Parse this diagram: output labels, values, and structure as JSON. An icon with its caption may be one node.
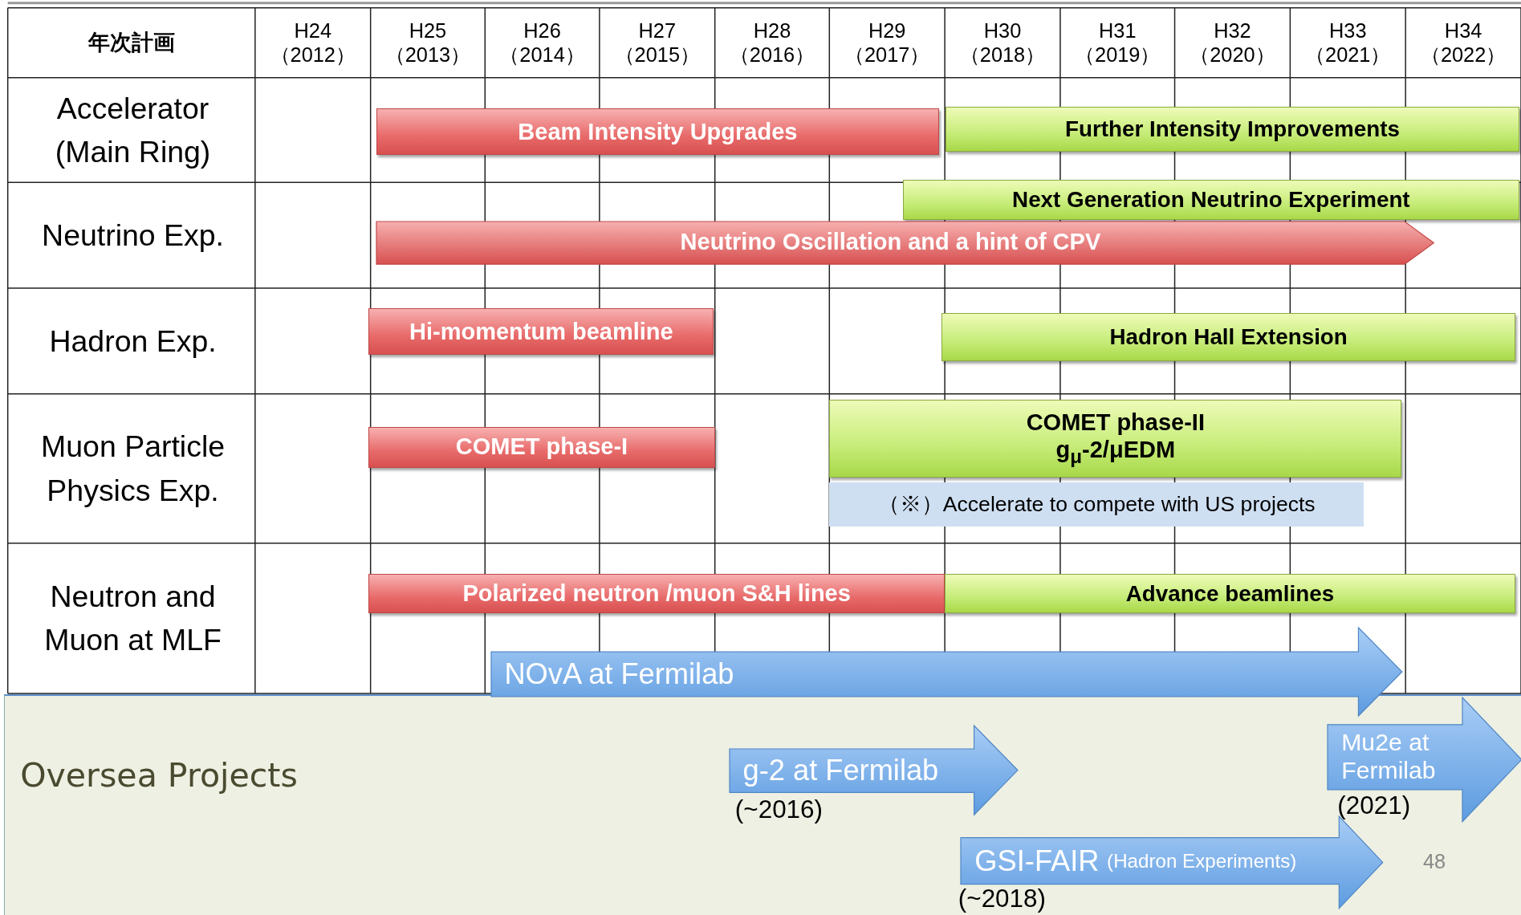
{
  "diagram": {
    "nodes": [
      {
        "text": [
          "Beam Intensity Upgrades"
        ]
      },
      {
        "text": [
          "Further Intensity Improvements"
        ]
      },
      {
        "text": [
          "Next Generation Neutrino Experiment"
        ]
      },
      {
        "text": [
          "Neutrino Oscillation and a hint of CPV"
        ]
      },
      {
        "text": [
          "Hi-momentum beamline"
        ]
      },
      {
        "text": [
          "Hadron Hall Extension"
        ]
      },
      {
        "text": [
          "COMET phase-I"
        ]
      },
      {
        "text": [
          "COMET phase-II",
          "g$_{μ}$-2/μEDM"
        ]
      },
      {
        "text": [
          "（※）Accelerate to compete with US projects"
        ]
      },
      {
        "text": [
          "Polarized neutron /muon S&H lines"
        ]
      },
      {
        "text": [
          "Advance beamlines"
        ]
      },
      {
        "text": [
          "Oversea Projects"
        ]
      },
      {
        "text": [
          "NOvA at Fermilab"
        ]
      },
      {
        "text": [
          "g-2 at Fermilab"
        ],
        "beside": [
          "(~2016)"
        ],
        "in": 11
      },
      {
        "text": [
          "Mu2e at Fermilab"
        ],
        "beside": [
          "(2021)"
        ],
        "in": 11
      },
      {
        "text": [
          "GSI-FAIR",
          "(Hadron Experiments)"
        ],
        "beside": [
          "(~2018)"
        ],
        "in": 11
      }
    ],
    "labels": [
      "年次計画",
      "H24 （2012）",
      "H25 （2013）",
      "H26 （2014）",
      "H27 （2015）",
      "H28 （2016）",
      "H29 （2017）",
      "H30 （2018）",
      "H31 （2019）",
      "H32 （2020）",
      "H33 （2021）",
      "H34 （2022）",
      "Accelerator (Main Ring)",
      "Neutrino Exp.",
      "Hadron Exp.",
      "Muon Particle Physics Exp.",
      "Neutron and Muon at MLF",
      "48"
    ]
  }
}
